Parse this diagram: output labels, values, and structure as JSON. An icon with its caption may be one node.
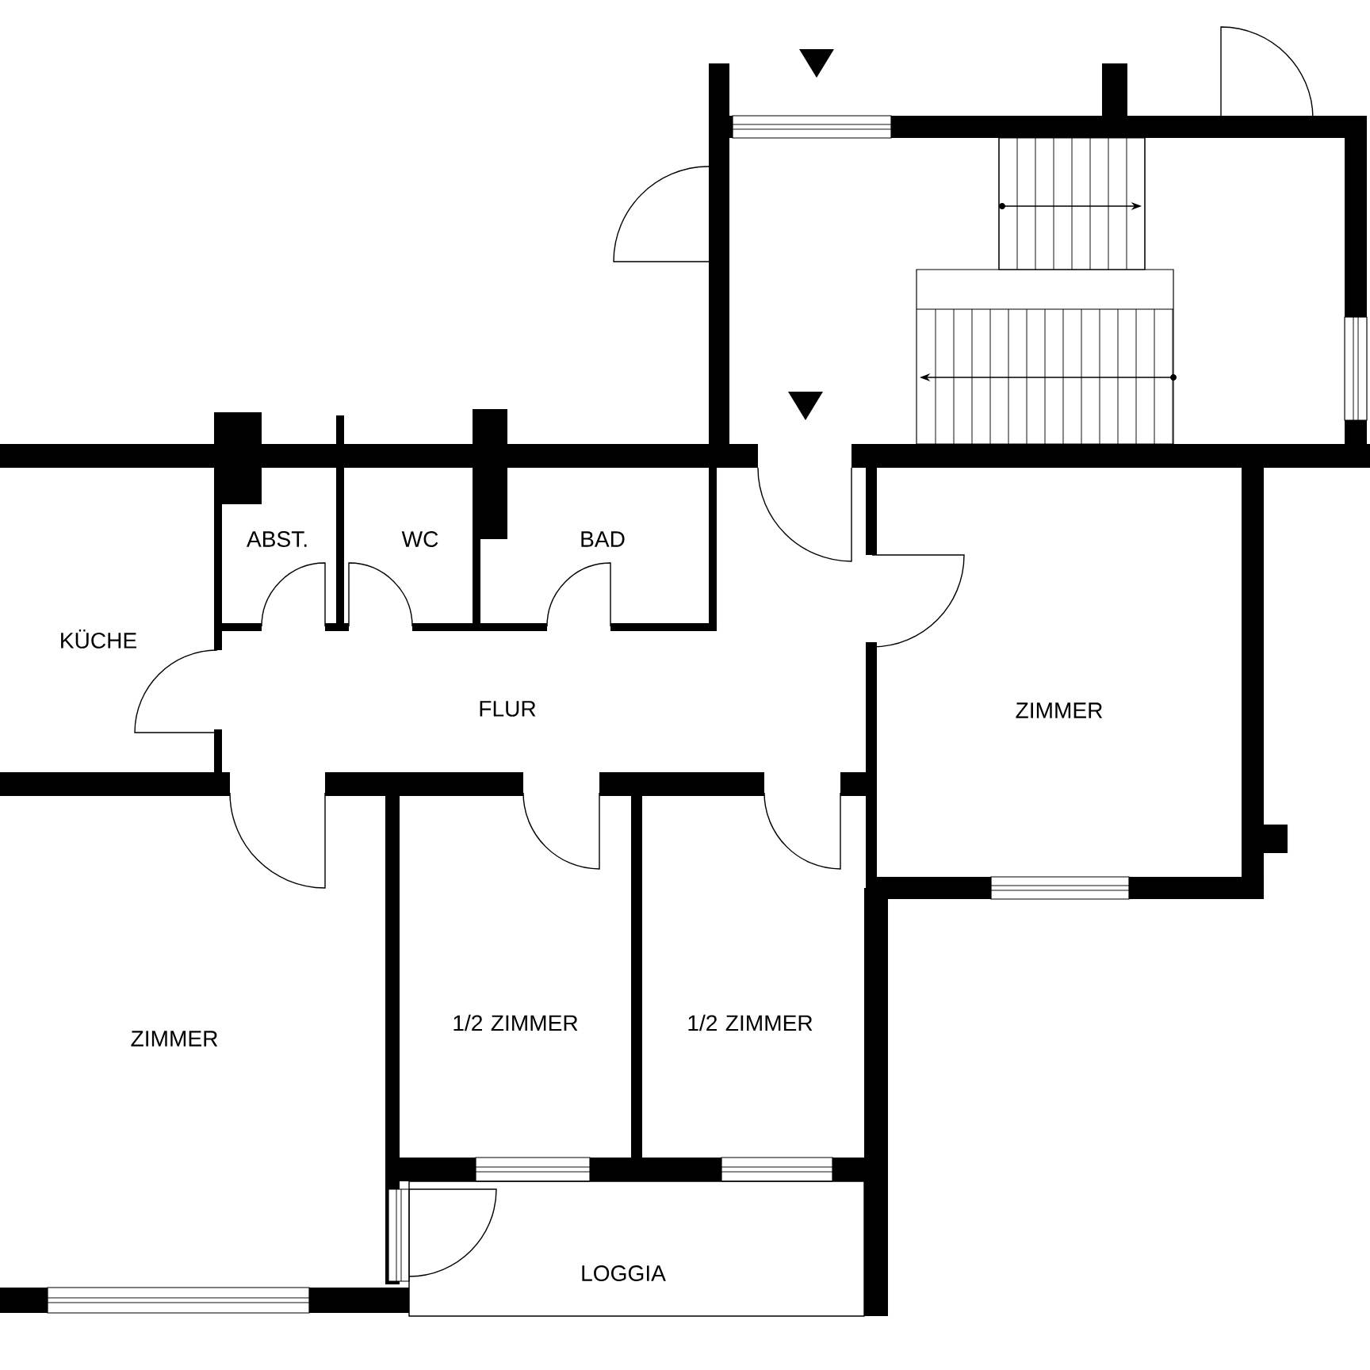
{
  "diagram": {
    "labels": [
      "ABST.",
      "WC",
      "BAD",
      "KÜCHE",
      "FLUR",
      "ZIMMER",
      "ZIMMER",
      "1/2 ZIMMER",
      "1/2 ZIMMER",
      "LOGGIA"
    ]
  }
}
